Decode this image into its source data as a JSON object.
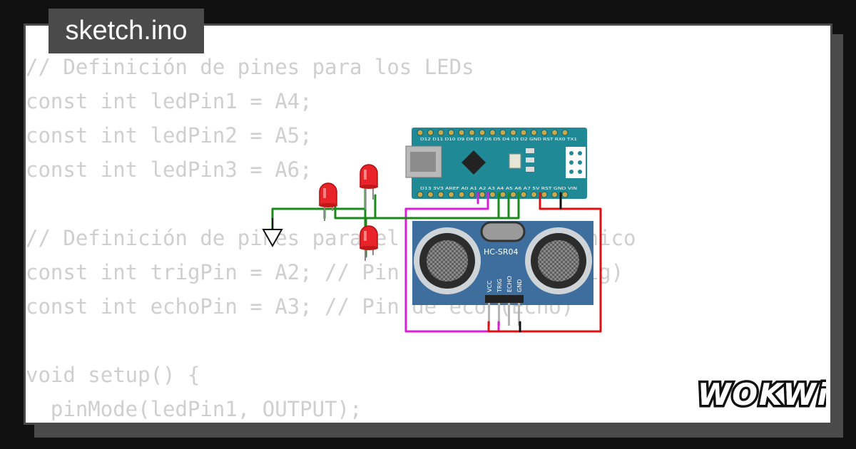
{
  "file_tab": {
    "label": "sketch.ino"
  },
  "code": {
    "lines": [
      "// Definición de pines para los LEDs",
      "const int ledPin1 = A4;",
      "const int ledPin2 = A5;",
      "const int ledPin3 = A6;",
      "",
      "// Definición de pines para el sensor ultrasónico",
      "const int trigPin = A2; // Pin de disparo (Trig)",
      "const int echoPin = A3; // Pin de eco (Echo)",
      "",
      "void setup() {",
      "  pinMode(ledPin1, OUTPUT);"
    ]
  },
  "sensor": {
    "model": "HC-SR04",
    "pins": [
      "VCC",
      "TRIG",
      "ECHO",
      "GND"
    ]
  },
  "arduino": {
    "top_pin_labels": "D12 D11 D10 D9 D8 D7 D6 D5 D4 D3 D2 GND RST RX0 TX1",
    "bottom_pin_labels": "D13 3V3 AREF A0 A1 A2 A3 A4 A5 A6 A7 5V RST GND VIN"
  },
  "brand": {
    "name": "WOKWi"
  },
  "colors": {
    "background": "#111111",
    "card": "#ffffff",
    "frame": "#4a4a4a",
    "code_text": "#cfcfcf",
    "arduino_board": "#1f8a96",
    "sensor_board": "#3e6e9e",
    "wire_green": "#1a8a1a",
    "wire_magenta": "#d81ed8",
    "wire_red": "#dd1111",
    "wire_black": "#111111",
    "led_red": "#e8232a"
  }
}
